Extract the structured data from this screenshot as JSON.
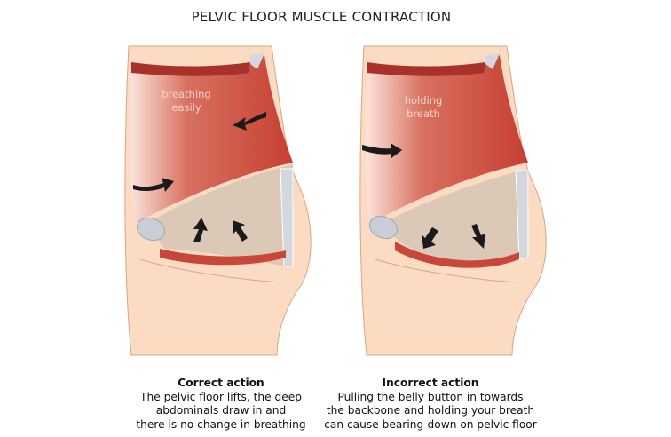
{
  "title": "PELVIC FLOOR MUSCLE CONTRACTION",
  "panels": [
    {
      "label_line1": "breathing",
      "label_line2": "easily",
      "caption_title": "Correct action",
      "caption_lines": [
        "The pelvic floor lifts, the deep",
        "abdominals draw in and",
        "there is no change in breathing"
      ]
    },
    {
      "label_line1": "holding",
      "label_line2": "breath",
      "caption_title": "Incorrect action",
      "caption_lines": [
        "Pulling the belly button in towards",
        "the backbone and holding your breath",
        "can cause bearing-down on pelvic floor"
      ]
    }
  ],
  "colors": {
    "skin": "#fbdcc2",
    "muscle": "#c8473a",
    "cavity": "#dcc8b6",
    "bone": "#c9ced6",
    "arrow": "#1a1a1a"
  }
}
